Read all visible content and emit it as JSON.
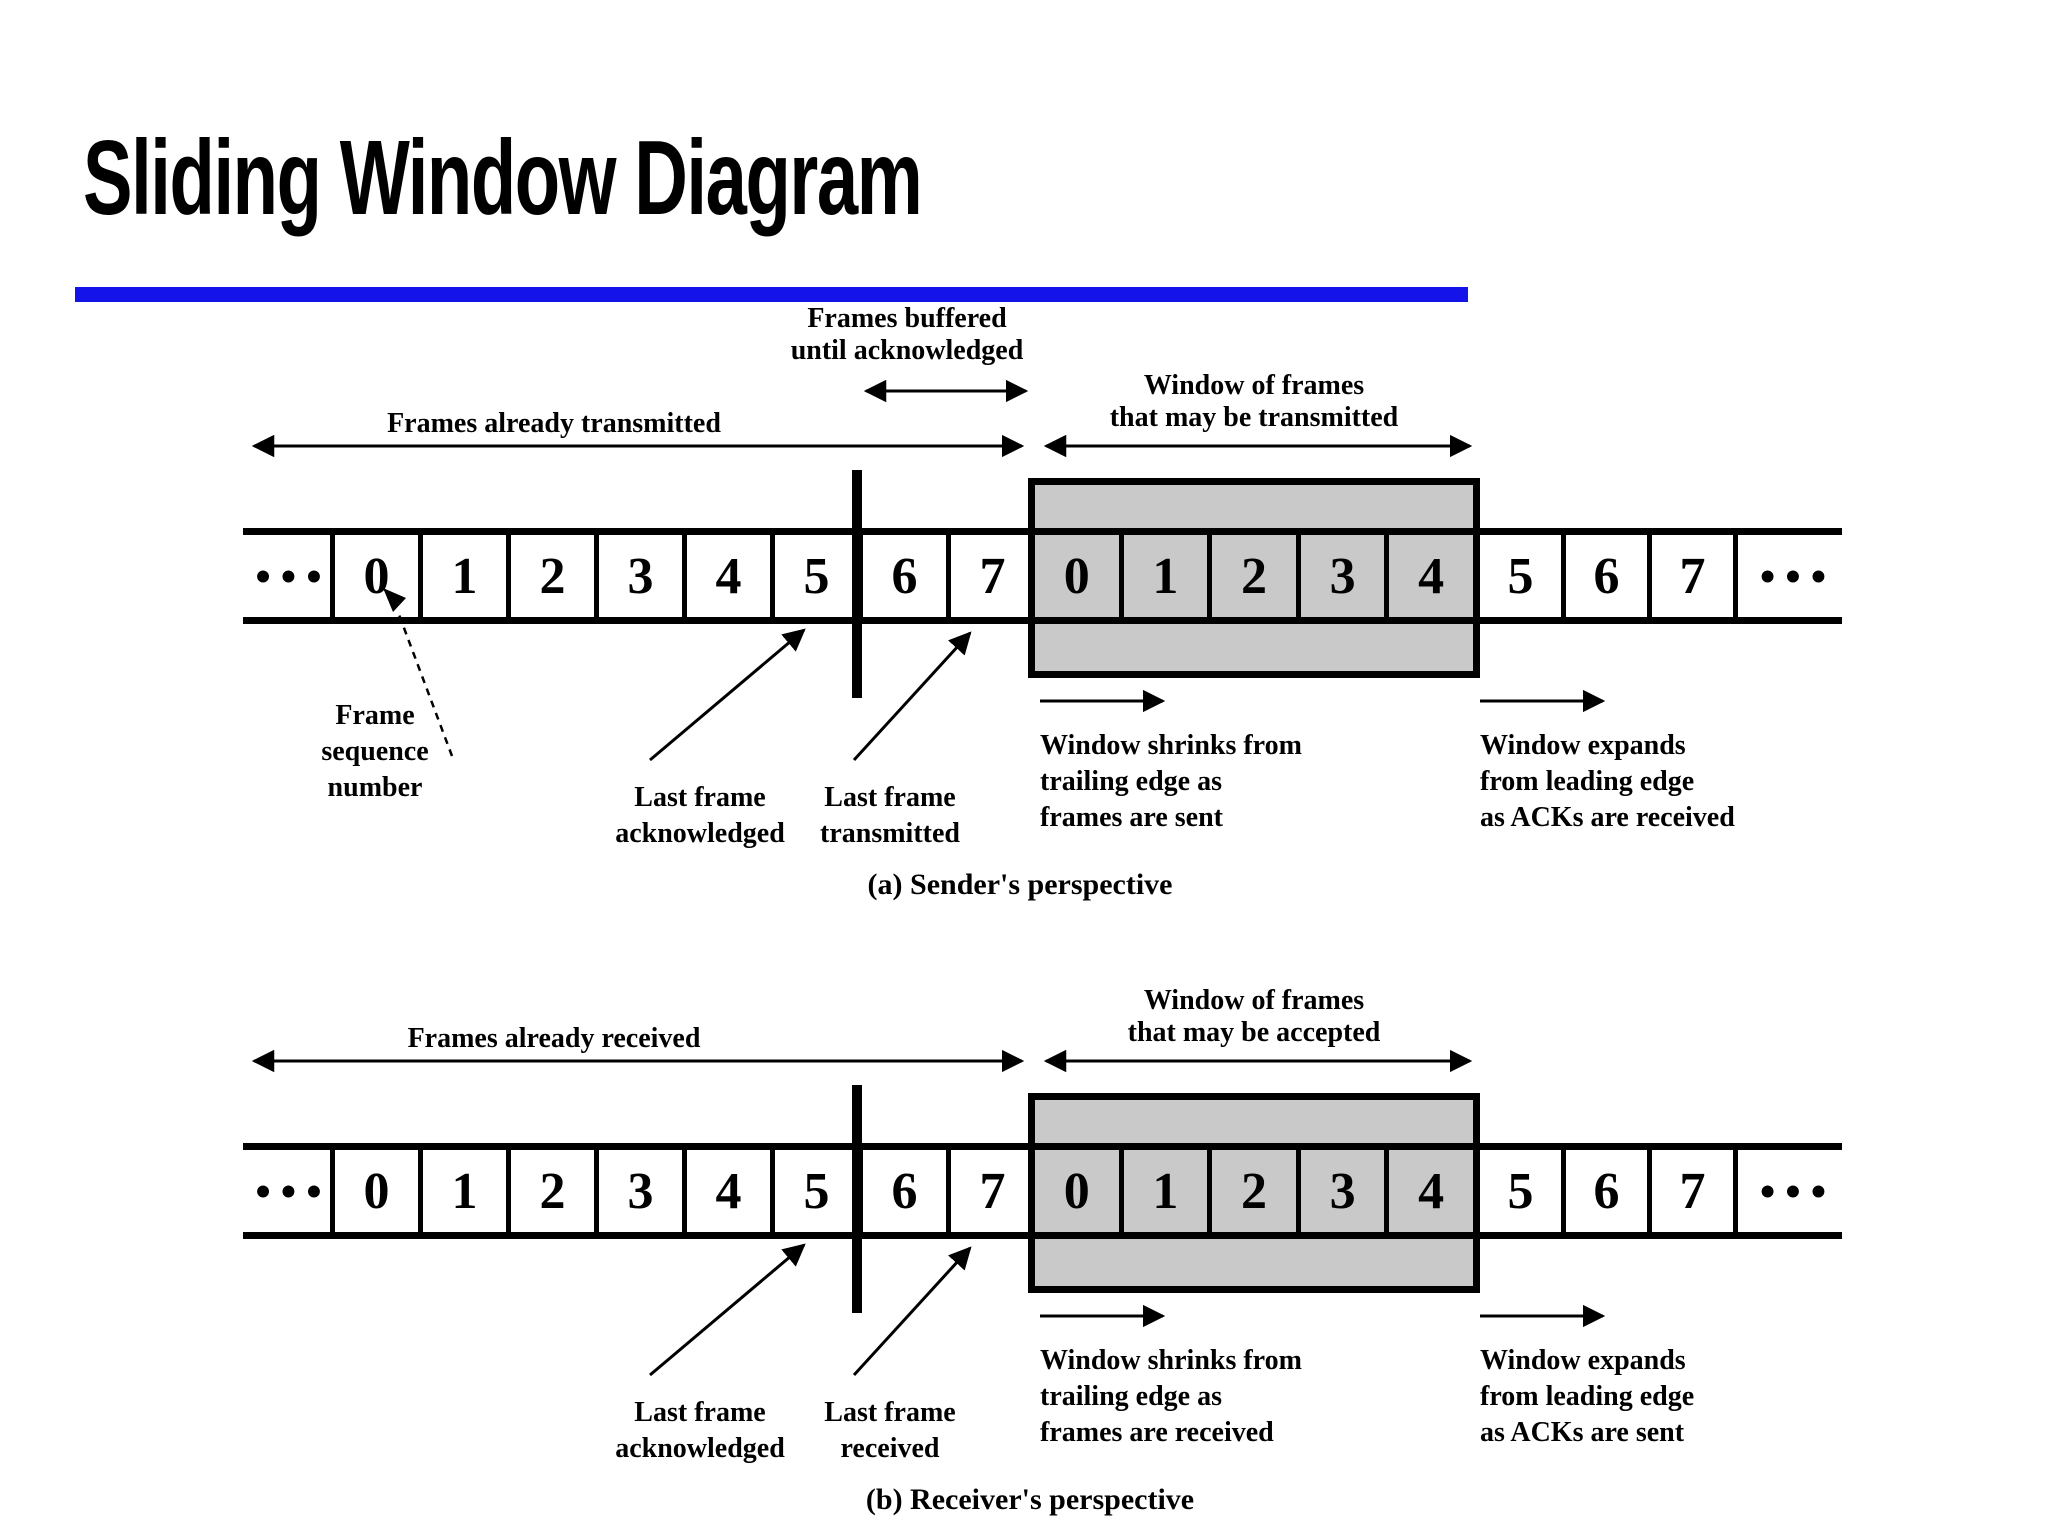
{
  "title": "Sliding Window Diagram",
  "colors": {
    "accent_blue": "#1414ea",
    "window_gray": "#c9c9c9",
    "line_black": "#000000"
  },
  "cells": {
    "dots": "•••",
    "before": [
      "0",
      "1",
      "2",
      "3",
      "4",
      "5",
      "6",
      "7"
    ],
    "window": [
      "0",
      "1",
      "2",
      "3",
      "4"
    ],
    "after": [
      "5",
      "6",
      "7"
    ]
  },
  "diagram_a": {
    "buffered": [
      "Frames buffered",
      "until acknowledged"
    ],
    "already": "Frames already transmitted",
    "window_label": [
      "Window of frames",
      "that may be transmitted"
    ],
    "frame_seq": [
      "Frame",
      "sequence",
      "number"
    ],
    "last_ack": [
      "Last frame",
      "acknowledged"
    ],
    "last_sent": [
      "Last frame",
      "transmitted"
    ],
    "shrink": [
      "Window shrinks from",
      "trailing edge as",
      "frames are sent"
    ],
    "expand": [
      "Window expands",
      "from leading edge",
      "as ACKs are received"
    ],
    "caption": "(a) Sender's perspective"
  },
  "diagram_b": {
    "already": "Frames already received",
    "window_label": [
      "Window of frames",
      "that may be accepted"
    ],
    "last_ack": [
      "Last frame",
      "acknowledged"
    ],
    "last_recv": [
      "Last frame",
      "received"
    ],
    "shrink": [
      "Window shrinks from",
      "trailing edge as",
      "frames are received"
    ],
    "expand": [
      "Window expands",
      "from leading edge",
      "as ACKs are sent"
    ],
    "caption": "(b) Receiver's perspective"
  }
}
